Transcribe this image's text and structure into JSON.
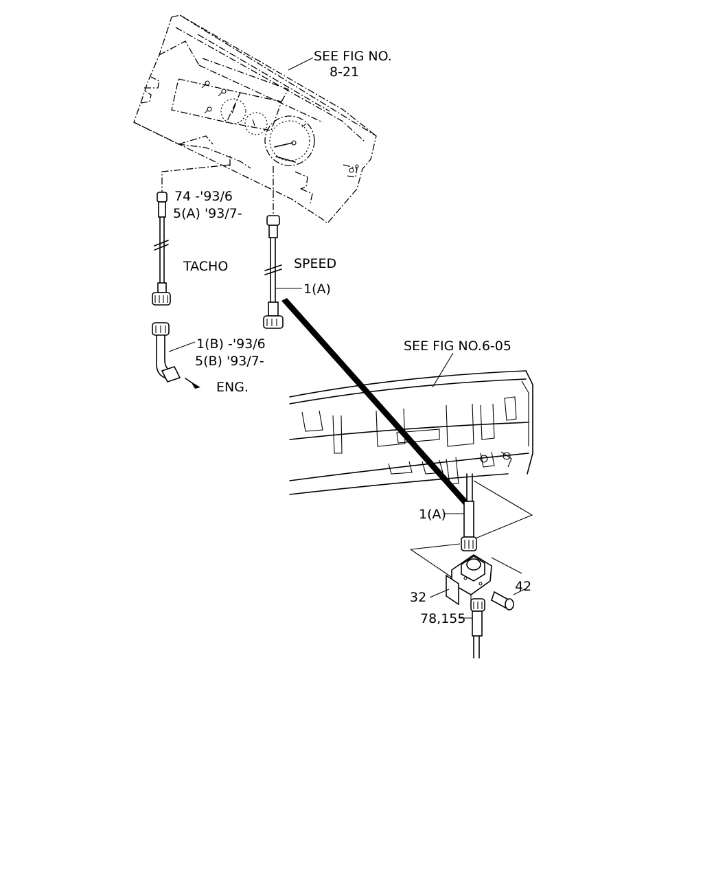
{
  "labels": {
    "see_fig_cluster_line1": "SEE FIG NO.",
    "see_fig_cluster_line2": "8-21",
    "see_fig_panel": "SEE FIG NO.6-05",
    "part_74": "74  -'93/6",
    "part_5a": "5(A) '93/7-",
    "tacho": "TACHO",
    "speed": "SPEED",
    "part_1a_upper": "1(A)",
    "part_1b": "1(B) -'93/6",
    "part_5b": "5(B) '93/7-",
    "eng": "ENG.",
    "part_1a_lower": "1(A)",
    "part_32": "32",
    "part_42": "42",
    "part_78_155": "78,155"
  }
}
